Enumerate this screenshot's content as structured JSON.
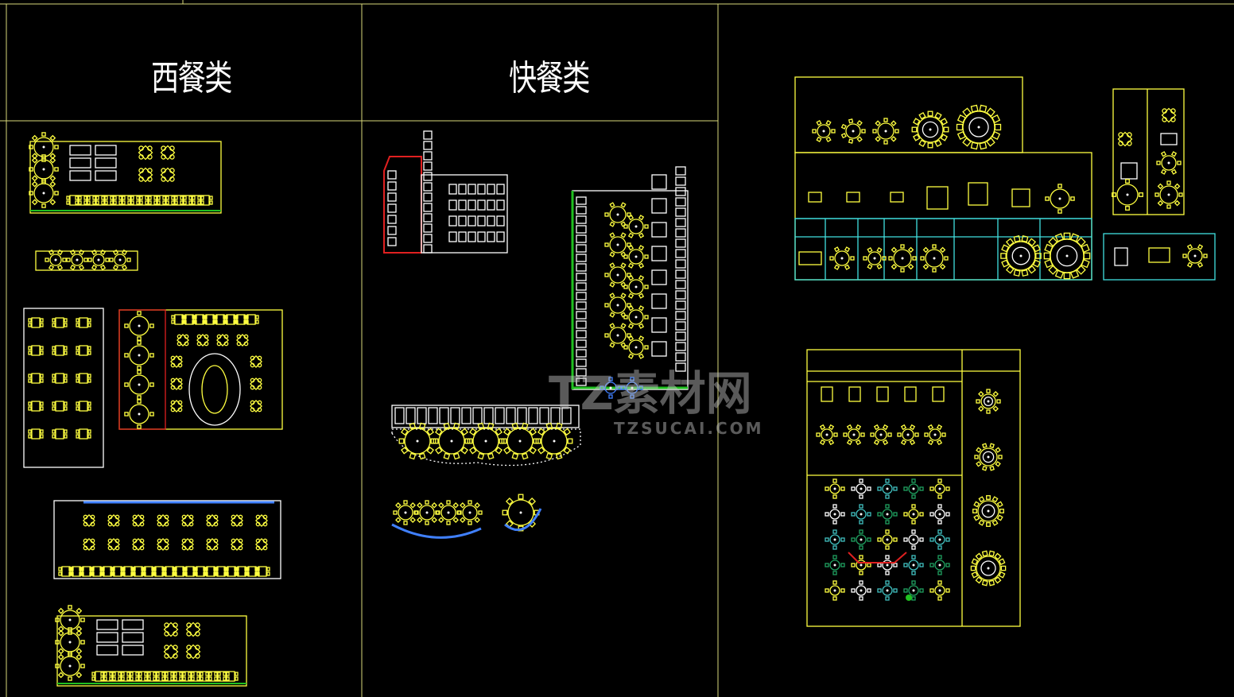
{
  "sections": [
    {
      "title": "西餐类"
    },
    {
      "title": "快餐类"
    }
  ],
  "watermark": {
    "brand": "TZ素材网",
    "url": "TZSUCAI.COM"
  },
  "colors": {
    "background": "#000000",
    "frame": "#e6e68a",
    "symbol": "#ffff40",
    "table_grid": "#40e0e0",
    "green": "#20c020",
    "red": "#e02020",
    "white": "#ffffff"
  }
}
